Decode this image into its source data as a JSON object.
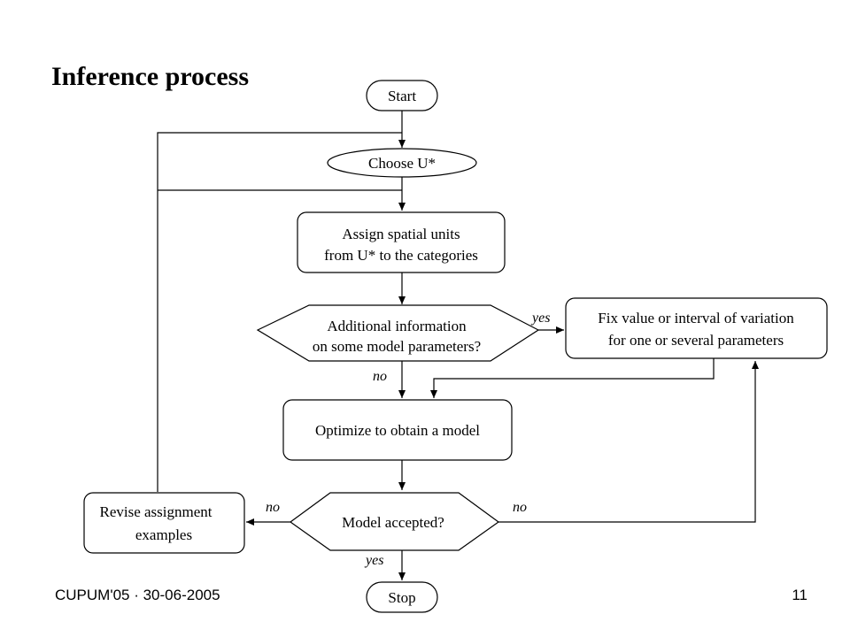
{
  "slide": {
    "title": "Inference process",
    "footer_left": "CUPUM'05 · 30-06-2005",
    "page_number": "11"
  },
  "flowchart": {
    "start": "Start",
    "choose": "Choose U*",
    "assign": [
      "Assign spatial units",
      "from U* to the categories"
    ],
    "additional_info": [
      "Additional information",
      "on some model parameters?"
    ],
    "fix_value": [
      "Fix value or interval of variation",
      "for one or several parameters"
    ],
    "optimize": "Optimize to obtain a model",
    "model_accepted": "Model accepted?",
    "revise": [
      "Revise assignment",
      "examples"
    ],
    "stop": "Stop",
    "labels": {
      "yes_fix": "yes",
      "no_additional": "no",
      "no_revise": "no",
      "no_refix": "no",
      "yes_stop": "yes"
    }
  }
}
